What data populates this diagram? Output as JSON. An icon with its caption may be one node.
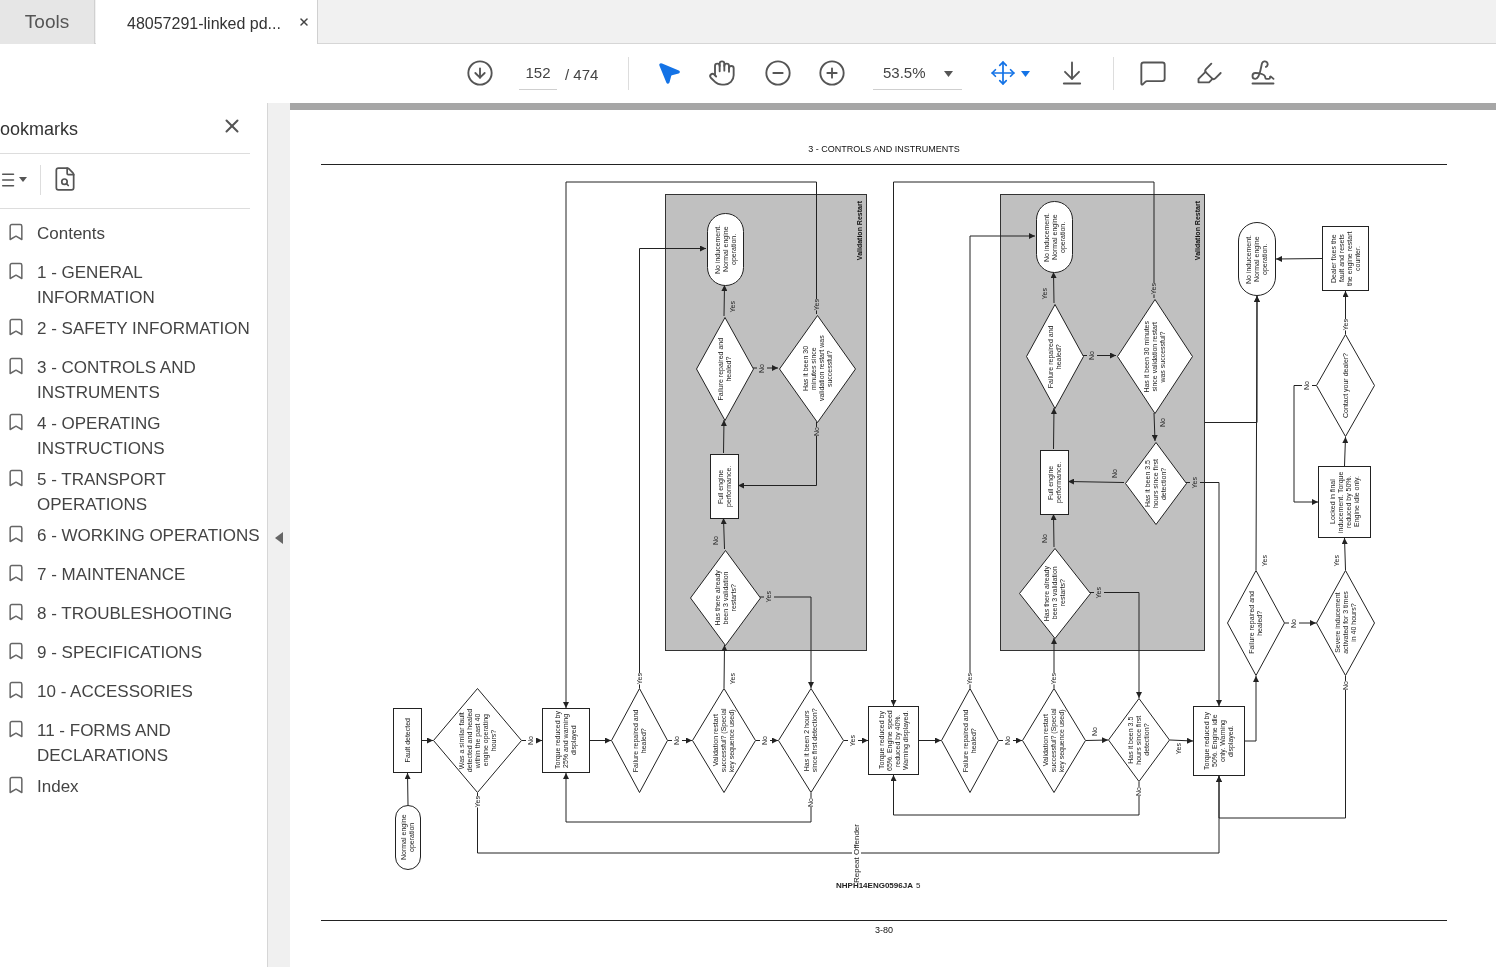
{
  "diagram": {
    "nodes": [
      {
        "text": [
          "Normal engine operation"
        ]
      },
      {
        "text": [
          "Fault detected"
        ]
      },
      {
        "text": [
          "Was a similar fault detected and healed within the past 40 engine operating hours?"
        ]
      },
      {
        "text": [
          "Torque reduced by 25% and warning displayed"
        ]
      },
      {
        "text": [
          "Failure repaired and healed?"
        ]
      },
      {
        "text": [
          "Validation restart successful? (Special key sequence used)"
        ]
      },
      {
        "text": [
          "Has it been 2 hours since first detection?"
        ]
      },
      {
        "text": [
          "Torque reduced by 65%. Engine speed reduced by 40%. Warning displayed."
        ]
      },
      {
        "text": [
          "Failure repaired and healed?"
        ]
      },
      {
        "text": [
          "Validation restart successful? (Special key sequence used)"
        ]
      },
      {
        "text": [
          "Has it been 3.5 hours since first detection?"
        ]
      },
      {
        "text": [
          "Torque reduced by 50%. Engine idle only. Warning displayed."
        ]
      },
      {
        "text": [
          "Validation Restart"
        ]
      },
      {
        "text": [
          "No inducement. Normal engine operation."
        ],
        "in": 12
      },
      {
        "text": [
          "Failure repaired and healed?"
        ],
        "in": 12
      },
      {
        "text": [
          "Has it been 30 minutes since validation restart was successful?"
        ],
        "in": 12
      },
      {
        "text": [
          "Full engine performance."
        ],
        "in": 12
      },
      {
        "text": [
          "Has there already been 3 validation restarts?"
        ],
        "in": 12
      },
      {
        "text": [
          "Validation Restart"
        ]
      },
      {
        "text": [
          "No inducement. Normal engine operation."
        ],
        "in": 18
      },
      {
        "text": [
          "Failure repaired and healed?"
        ],
        "in": 18
      },
      {
        "text": [
          "Has it been 30 minutes since validation restart was successful?"
        ],
        "in": 18
      },
      {
        "text": [
          "Full engine performance."
        ],
        "in": 18
      },
      {
        "text": [
          "Has it been 3.5 hours since first detection?"
        ],
        "in": 18
      },
      {
        "text": [
          "Has there already been 3 validation restarts?"
        ],
        "in": 18
      },
      {
        "text": [
          "No inducement. Normal engine operation."
        ]
      },
      {
        "text": [
          "Dealer fixes the fault and resets the engine restart counter."
        ]
      },
      {
        "text": [
          "Contact your dealer?"
        ]
      },
      {
        "text": [
          "Locked in final inducement. Torque reduced by 50%. Engine idle only."
        ]
      },
      {
        "text": [
          "Failure repaired and healed?"
        ]
      },
      {
        "text": [
          "Severe inducement activated for 3 times in 40 hours?"
        ]
      }
    ],
    "edges": [
      {
        "from": 0,
        "to": 1,
        "arrow": "to"
      },
      {
        "from": 1,
        "to": 2,
        "arrow": "to"
      },
      {
        "from": 2,
        "to": 3,
        "arrow": "to",
        "label": "No"
      },
      {
        "from": 2,
        "to": 11,
        "arrow": "to",
        "label": "Yes"
      },
      {
        "from": 3,
        "to": 4,
        "arrow": "to"
      },
      {
        "from": 4,
        "to": 5,
        "arrow": "to",
        "label": "No"
      },
      {
        "from": 4,
        "to": 13,
        "arrow": "to",
        "label": "Yes"
      },
      {
        "from": 5,
        "to": 6,
        "arrow": "to",
        "label": "No"
      },
      {
        "from": 5,
        "to": 17,
        "arrow": "to",
        "label": "Yes"
      },
      {
        "from": 6,
        "to": 7,
        "arrow": "to",
        "label": "Yes"
      },
      {
        "from": 6,
        "to": 3,
        "arrow": "to",
        "label": "No"
      },
      {
        "from": 17,
        "to": 16,
        "arrow": "to",
        "label": "No"
      },
      {
        "from": 17,
        "to": 6,
        "arrow": "to",
        "label": "Yes"
      },
      {
        "from": 16,
        "to": 14,
        "arrow": "to"
      },
      {
        "from": 14,
        "to": 13,
        "arrow": "to",
        "label": "Yes"
      },
      {
        "from": 14,
        "to": 15,
        "arrow": "to",
        "label": "No"
      },
      {
        "from": 15,
        "to": 16,
        "arrow": "to",
        "label": "No"
      },
      {
        "from": 15,
        "to": 3,
        "arrow": "to",
        "label": "Yes"
      },
      {
        "from": 7,
        "to": 8,
        "arrow": "to"
      },
      {
        "from": 8,
        "to": 9,
        "arrow": "to",
        "label": "No"
      },
      {
        "from": 8,
        "to": 19,
        "arrow": "to",
        "label": "Yes"
      },
      {
        "from": 9,
        "to": 10,
        "arrow": "to",
        "label": "No"
      },
      {
        "from": 9,
        "to": 24,
        "arrow": "to",
        "label": "Yes"
      },
      {
        "from": 10,
        "to": 11,
        "arrow": "to",
        "label": "Yes"
      },
      {
        "from": 10,
        "to": 7,
        "arrow": "to",
        "label": "No"
      },
      {
        "from": 24,
        "to": 22,
        "arrow": "to",
        "label": "No"
      },
      {
        "from": 24,
        "to": 10,
        "arrow": "to",
        "label": "Yes"
      },
      {
        "from": 22,
        "to": 20,
        "arrow": "to"
      },
      {
        "from": 20,
        "to": 19,
        "arrow": "to",
        "label": "Yes"
      },
      {
        "from": 20,
        "to": 21,
        "arrow": "to",
        "label": "No"
      },
      {
        "from": 21,
        "to": 23,
        "arrow": "to",
        "label": "No"
      },
      {
        "from": 23,
        "to": 22,
        "arrow": "to",
        "label": "No"
      },
      {
        "from": 23,
        "to": 11,
        "arrow": "to",
        "label": "Yes"
      },
      {
        "from": 21,
        "to": 7,
        "arrow": "to",
        "label": "Yes"
      },
      {
        "from": 11,
        "to": 29,
        "arrow": "to"
      },
      {
        "from": 29,
        "to": 25,
        "arrow": "to",
        "label": "Yes"
      },
      {
        "from": 18,
        "to": 25,
        "arrow": "to"
      },
      {
        "from": 29,
        "to": 30,
        "arrow": "to",
        "label": "No"
      },
      {
        "from": 30,
        "to": 28,
        "arrow": "to",
        "label": "Yes"
      },
      {
        "from": 30,
        "to": 11,
        "arrow": "to",
        "label": "No"
      },
      {
        "from": 28,
        "to": 27,
        "arrow": "to"
      },
      {
        "from": 27,
        "to": 26,
        "arrow": "to",
        "label": "Yes"
      },
      {
        "from": 27,
        "to": 28,
        "arrow": "to",
        "label": "No"
      },
      {
        "from": 26,
        "to": 25,
        "arrow": "to"
      }
    ],
    "labels": [
      "Tools",
      "48057291-linked pd...",
      "152",
      "/ 474",
      "53.5%",
      "ookmarks",
      "Contents",
      "1 - GENERAL INFORMATION",
      "2 - SAFETY INFORMATION",
      "3 - CONTROLS AND INSTRUMENTS",
      "4 - OPERATING INSTRUCTIONS",
      "5 - TRANSPORT OPERATIONS",
      "6 - WORKING OPERATIONS",
      "7 - MAINTENANCE",
      "8 - TROUBLESHOOTING",
      "9 - SPECIFICATIONS",
      "10 - ACCESSORIES",
      "11 - FORMS AND DECLARATIONS",
      "Index",
      "3 - CONTROLS AND INSTRUMENTS",
      "Repeat Offender",
      "NHPH14ENG0596JA",
      "5",
      "3-80"
    ]
  }
}
